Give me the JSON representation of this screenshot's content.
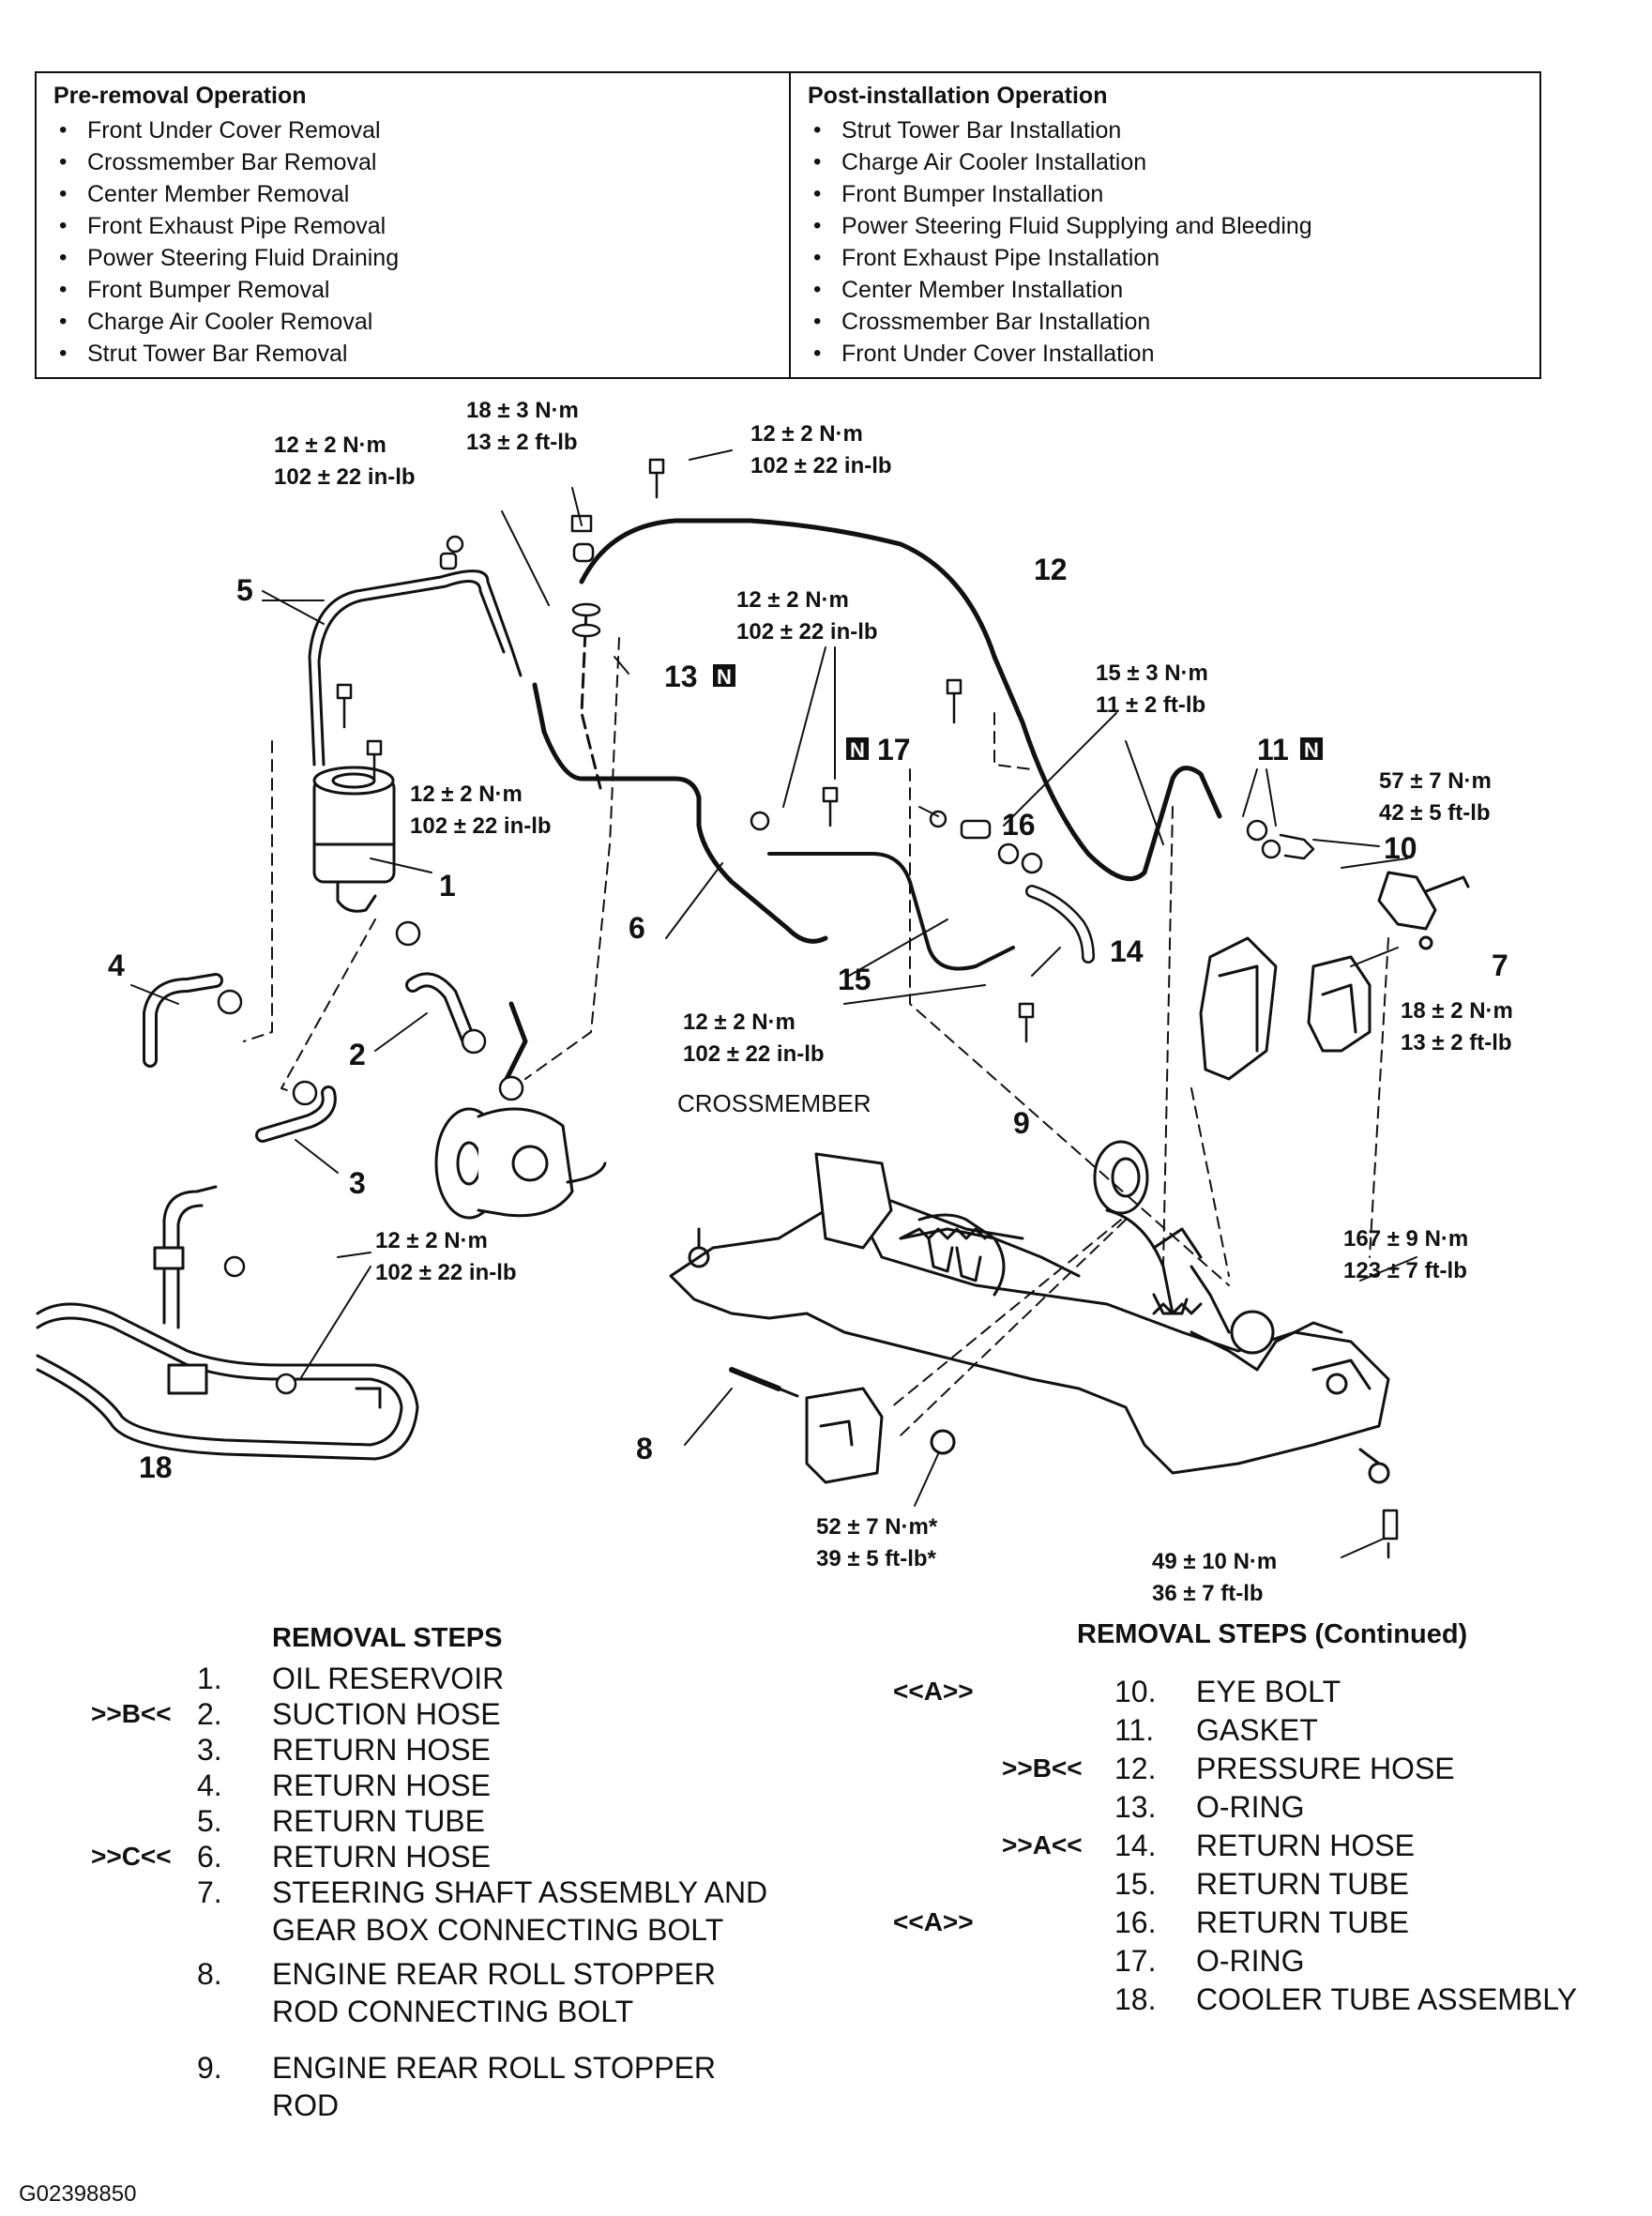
{
  "pre_removal": {
    "title": "Pre-removal Operation",
    "items": [
      "Front Under Cover Removal",
      "Crossmember Bar Removal",
      "Center Member Removal",
      "Front Exhaust Pipe Removal",
      "Power Steering Fluid Draining",
      "Front Bumper Removal",
      "Charge Air Cooler Removal",
      "Strut Tower Bar Removal"
    ]
  },
  "post_installation": {
    "title": "Post-installation Operation",
    "items": [
      "Strut Tower Bar Installation",
      "Charge Air Cooler Installation",
      "Front Bumper Installation",
      "Power Steering Fluid Supplying and Bleeding",
      "Front Exhaust Pipe Installation",
      "Center Member Installation",
      "Crossmember Bar Installation",
      "Front Under Cover Installation"
    ]
  },
  "diagram": {
    "torques": {
      "t_top_center_a": "18 ± 3 N·m",
      "t_top_center_b": "13 ± 2 ft-lb",
      "t_top_left_a": "12 ± 2 N·m",
      "t_top_left_b": "102 ± 22 in-lb",
      "t_top_right_a": "12 ± 2 N·m",
      "t_top_right_b": "102 ± 22 in-lb",
      "t_mid_a": "12 ± 2 N·m",
      "t_mid_b": "102 ± 22 in-lb",
      "t_res_a": "12 ± 2 N·m",
      "t_res_b": "102 ± 22 in-lb",
      "t_16_a": "15 ± 3 N·m",
      "t_16_b": "11 ± 2 ft-lb",
      "t_10_a": "57 ± 7 N·m",
      "t_10_b": "42 ± 5 ft-lb",
      "t_7_a": "18 ± 2 N·m",
      "t_7_b": "13 ± 2 ft-lb",
      "t_15_a": "12 ± 2 N·m",
      "t_15_b": "102 ± 22 in-lb",
      "t_18_a": "12 ± 2 N·m",
      "t_18_b": "102 ± 22 in-lb",
      "t_cm_a": "167 ± 9 N·m",
      "t_cm_b": "123 ± 7 ft-lb",
      "t_8_a": "52 ± 7 N·m*",
      "t_8_b": "39 ± 5 ft-lb*",
      "t_bot_a": "49 ± 10 N·m",
      "t_bot_b": "36 ± 7 ft-lb"
    },
    "crossmember_label": "CROSSMEMBER",
    "badge_letter": "N",
    "parts": {
      "p1": "1",
      "p2": "2",
      "p3": "3",
      "p4": "4",
      "p5": "5",
      "p6": "6",
      "p7": "7",
      "p8": "8",
      "p9": "9",
      "p10": "10",
      "p11": "11",
      "p12": "12",
      "p13": "13",
      "p14": "14",
      "p15": "15",
      "p16": "16",
      "p17": "17",
      "p18": "18"
    }
  },
  "removal_steps": {
    "title": "REMOVAL STEPS",
    "title_continued": "REMOVAL STEPS (Continued)",
    "left": [
      {
        "mark": "",
        "no": "1.",
        "name": "OIL RESERVOIR"
      },
      {
        "mark": ">>B<<",
        "no": "2.",
        "name": "SUCTION HOSE"
      },
      {
        "mark": "",
        "no": "3.",
        "name": "RETURN HOSE"
      },
      {
        "mark": "",
        "no": "4.",
        "name": "RETURN HOSE"
      },
      {
        "mark": "",
        "no": "5.",
        "name": "RETURN TUBE"
      },
      {
        "mark": ">>C<<",
        "no": "6.",
        "name": "RETURN HOSE"
      },
      {
        "mark": "",
        "no": "7.",
        "name": "STEERING SHAFT ASSEMBLY AND",
        "name2": "GEAR BOX CONNECTING BOLT"
      },
      {
        "mark": "",
        "no": "8.",
        "name": "ENGINE REAR ROLL STOPPER",
        "name2": "ROD CONNECTING BOLT"
      },
      {
        "mark": "",
        "no": "9.",
        "name": "ENGINE REAR ROLL STOPPER",
        "name2": "ROD"
      }
    ],
    "right": [
      {
        "mark": "<<A>>",
        "no": "10.",
        "name": "EYE BOLT"
      },
      {
        "mark": "",
        "no": "11.",
        "name": "GASKET"
      },
      {
        "mark": ">>B<<",
        "no": "12.",
        "name": "PRESSURE HOSE"
      },
      {
        "mark": "",
        "no": "13.",
        "name": "O-RING"
      },
      {
        "mark": ">>A<<",
        "no": "14.",
        "name": "RETURN HOSE"
      },
      {
        "mark": "",
        "no": "15.",
        "name": "RETURN TUBE"
      },
      {
        "mark": "<<A>>",
        "no": "16.",
        "name": "RETURN TUBE"
      },
      {
        "mark": "",
        "no": "17.",
        "name": "O-RING"
      },
      {
        "mark": "",
        "no": "18.",
        "name": "COOLER TUBE ASSEMBLY"
      }
    ]
  },
  "figure_id": "G02398850"
}
